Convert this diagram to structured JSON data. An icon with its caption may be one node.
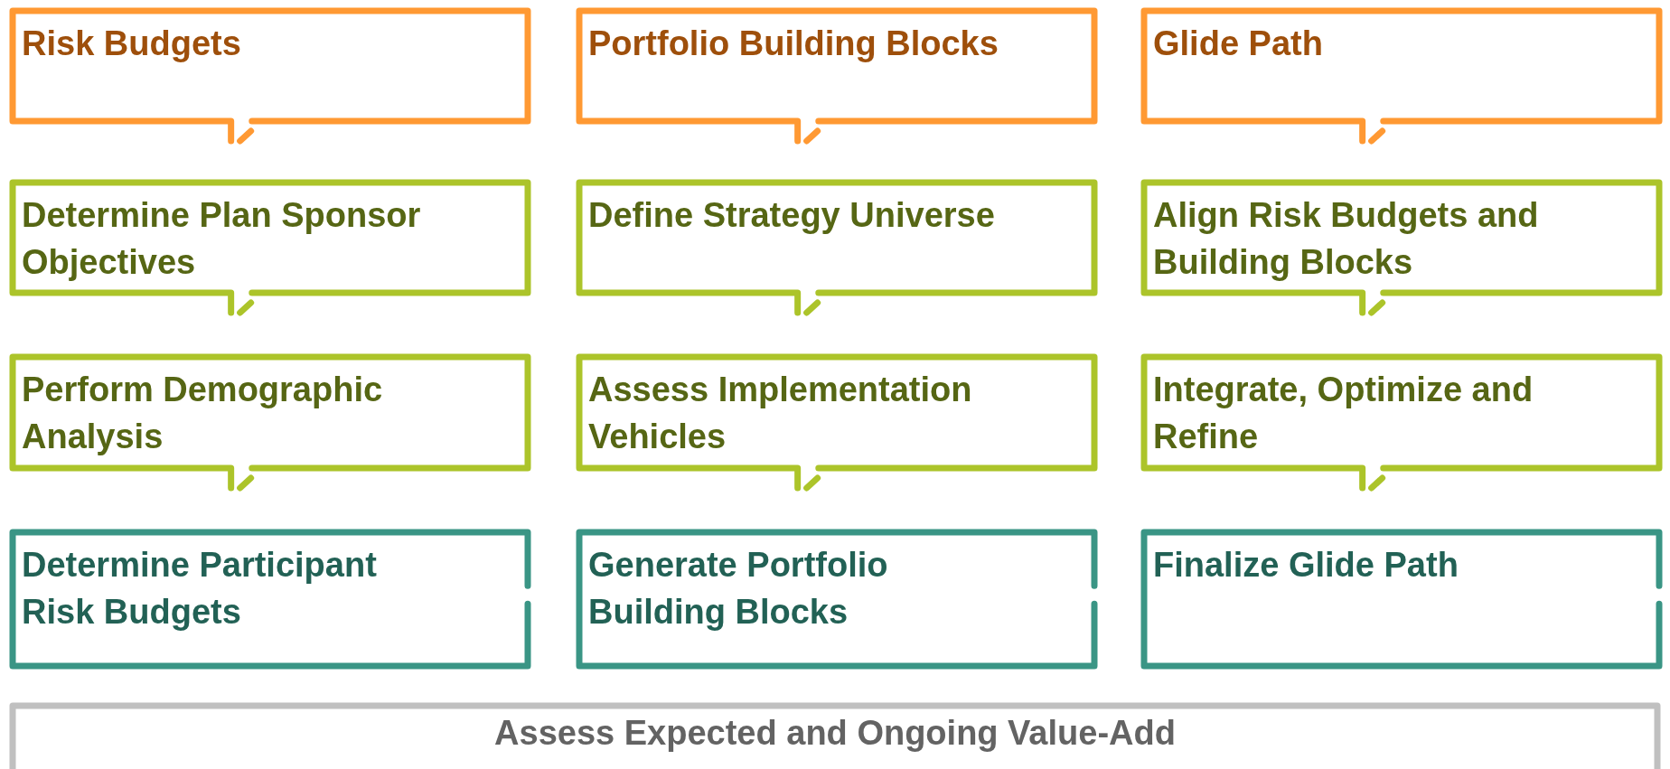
{
  "diagram": {
    "nodes": [
      {
        "text": [
          "Risk Budgets"
        ]
      },
      {
        "text": [
          "Portfolio Building Blocks"
        ]
      },
      {
        "text": [
          "Glide Path"
        ]
      },
      {
        "text": [
          "Determine Plan Sponsor Objectives"
        ]
      },
      {
        "text": [
          "Define Strategy Universe"
        ]
      },
      {
        "text": [
          "Align Risk Budgets and Building Blocks"
        ]
      },
      {
        "text": [
          "Perform Demographic Analysis"
        ]
      },
      {
        "text": [
          "Assess Implementation Vehicles"
        ]
      },
      {
        "text": [
          "Integrate, Optimize and Refine"
        ]
      },
      {
        "text": [
          "Determine Participant Risk Budgets"
        ]
      },
      {
        "text": [
          "Generate Portfolio Building Blocks"
        ]
      },
      {
        "text": [
          "Finalize Glide Path"
        ]
      },
      {
        "text": [
          "Assess Expected and Ongoing Value-Add"
        ]
      }
    ]
  }
}
